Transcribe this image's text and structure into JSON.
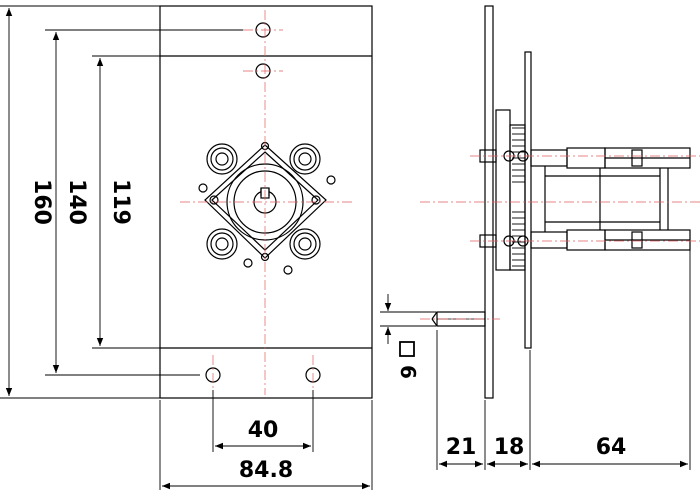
{
  "drawing": {
    "dimensions": {
      "total_height": "160",
      "inner_height": "140",
      "hole_spacing_vertical": "119",
      "hole_spacing_horizontal": "40",
      "plate_width": "84.8",
      "shaft_square": "6",
      "shaft_length": "21",
      "plate_gap": "18",
      "contact_depth": "64"
    },
    "colors": {
      "line": "#000000",
      "centerline": "#e06060"
    }
  }
}
